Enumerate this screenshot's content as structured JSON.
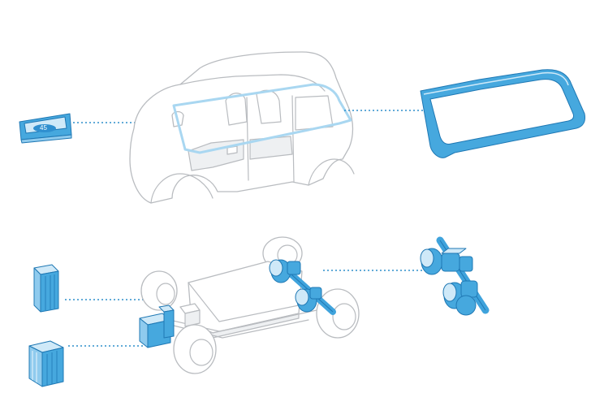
{
  "diagram": {
    "description_free": true,
    "components": [
      {
        "id": "display-panel",
        "label": "45"
      },
      {
        "id": "car-body"
      },
      {
        "id": "windshield-frame"
      },
      {
        "id": "chassis"
      },
      {
        "id": "battery-module-upper"
      },
      {
        "id": "battery-module-lower"
      },
      {
        "id": "motor-drive-unit"
      }
    ],
    "colors": {
      "accent": "#3fa3dc",
      "accent_dark": "#1f78b4",
      "accent_light": "#a9d7f1",
      "outline": "#b9bcc0",
      "leader_line": "#2e8fcc"
    }
  }
}
